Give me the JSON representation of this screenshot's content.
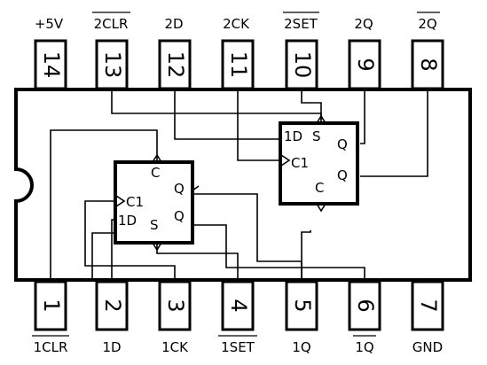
{
  "top_pins": [
    {
      "num": "14",
      "label": "+5V",
      "overline": false
    },
    {
      "num": "13",
      "label": "2CLR",
      "overline": true
    },
    {
      "num": "12",
      "label": "2D",
      "overline": false
    },
    {
      "num": "11",
      "label": "2CK",
      "overline": false
    },
    {
      "num": "10",
      "label": "2SET",
      "overline": true
    },
    {
      "num": "9",
      "label": "2Q",
      "overline": false
    },
    {
      "num": "8",
      "label": "2Q",
      "overline": true
    }
  ],
  "bottom_pins": [
    {
      "num": "1",
      "label": "1CLR",
      "overline": true
    },
    {
      "num": "2",
      "label": "1D",
      "overline": false
    },
    {
      "num": "3",
      "label": "1CK",
      "overline": false
    },
    {
      "num": "4",
      "label": "1SET",
      "overline": true
    },
    {
      "num": "5",
      "label": "1Q",
      "overline": false
    },
    {
      "num": "6",
      "label": "1Q",
      "overline": true
    },
    {
      "num": "7",
      "label": "GND",
      "overline": false
    }
  ],
  "flipflop1": {
    "clear": "C",
    "clock": "C1",
    "data": "1D",
    "set": "S",
    "q": "Q",
    "qbar": "Q"
  },
  "flipflop2": {
    "clear": "C",
    "clock": "C1",
    "data": "1D",
    "set": "S",
    "q": "Q",
    "qbar": "Q"
  }
}
